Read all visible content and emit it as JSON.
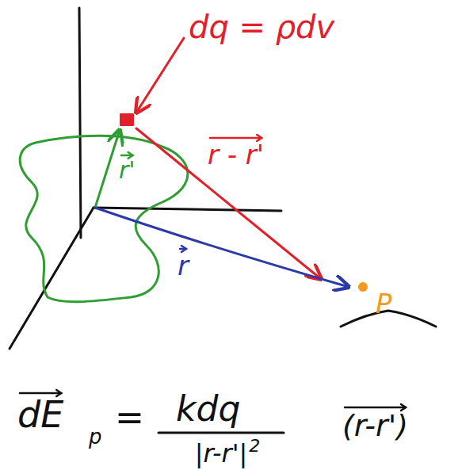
{
  "diagram": {
    "labels": [
      "dq = ρdv",
      "r'",
      "r - r'",
      "r",
      "P",
      "dE",
      "p",
      "=",
      "kdq",
      "|r-r'|",
      "2",
      "(r-r')"
    ]
  }
}
